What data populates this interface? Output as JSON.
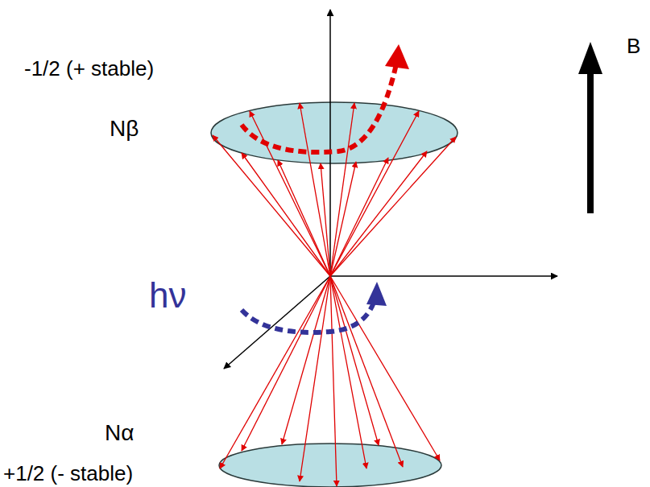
{
  "diagram": {
    "labels": [
      "-1/2 (+ stable)",
      "Nβ",
      "hν",
      "B",
      "Nα",
      "+1/2 (- stable)"
    ]
  }
}
